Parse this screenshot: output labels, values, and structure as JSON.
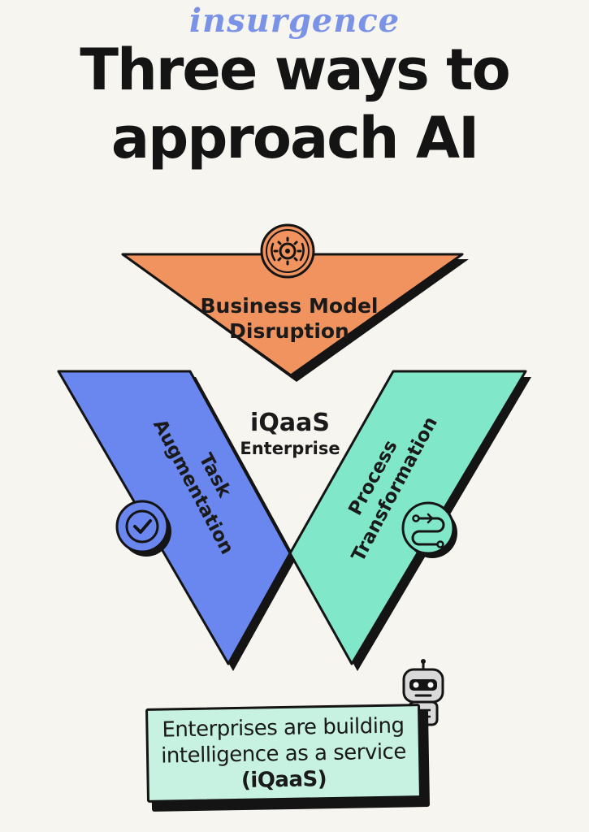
{
  "brand": "insurgence",
  "title": {
    "line1": "Three ways to",
    "line2": "approach AI"
  },
  "diagram": {
    "top": {
      "line1": "Business Model",
      "line2": "Disruption",
      "color": "#f0935e",
      "icon": "gear-hands-icon"
    },
    "left": {
      "line1": "Task",
      "line2": "Augmentation",
      "color": "#6a86ef",
      "icon": "checkmark-circle-icon"
    },
    "right": {
      "line1": "Process",
      "line2": "Transformation",
      "color": "#80e8c9",
      "icon": "process-flow-icon"
    },
    "center": {
      "line1": "iQaaS",
      "line2": "Enterprise"
    }
  },
  "footer": {
    "line1": "Enterprises are building",
    "line2": "intelligence as a service",
    "line3": "(iQaaS)",
    "mascot_icon": "robot-icon",
    "color": "#c7f2e2"
  }
}
